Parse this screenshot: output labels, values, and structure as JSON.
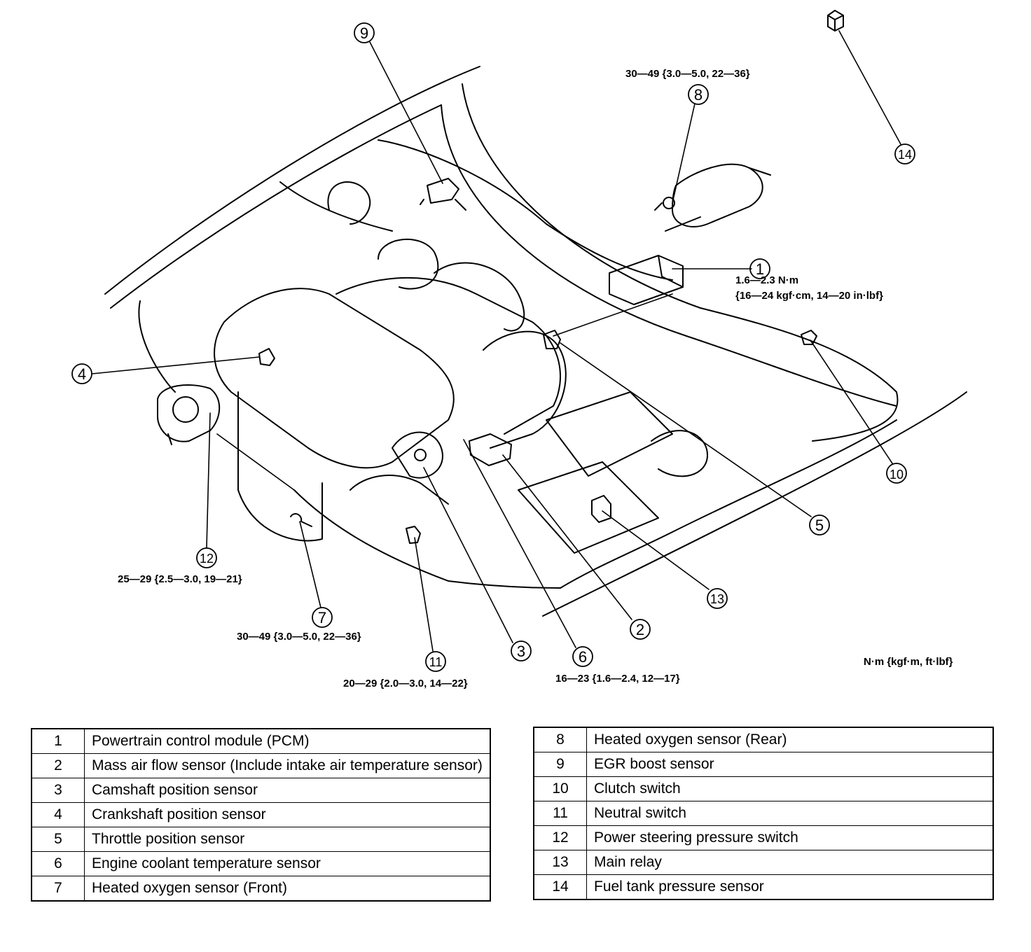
{
  "callouts": [
    "1",
    "2",
    "3",
    "4",
    "5",
    "6",
    "7",
    "8",
    "9",
    "10",
    "11",
    "12",
    "13",
    "14"
  ],
  "torques": {
    "t8": "30—49 {3.0—5.0, 22—36}",
    "t1_line1": "1.6—2.3 N·m",
    "t1_line2": "{16—24 kgf·cm, 14—20 in·lbf}",
    "t12": "25—29 {2.5—3.0, 19—21}",
    "t7": "30—49 {3.0—5.0, 22—36}",
    "t11": "20—29 {2.0—3.0, 14—22}",
    "t6": "16—23 {1.6—2.4, 12—17}"
  },
  "units": "N·m {kgf·m, ft·lbf}",
  "legend_left": [
    {
      "num": "1",
      "name": "Powertrain control module (PCM)"
    },
    {
      "num": "2",
      "name": "Mass air flow sensor (Include intake air temperature sensor)"
    },
    {
      "num": "3",
      "name": "Camshaft position sensor"
    },
    {
      "num": "4",
      "name": "Crankshaft position sensor"
    },
    {
      "num": "5",
      "name": "Throttle position sensor"
    },
    {
      "num": "6",
      "name": "Engine coolant temperature sensor"
    },
    {
      "num": "7",
      "name": "Heated oxygen sensor (Front)"
    }
  ],
  "legend_right": [
    {
      "num": "8",
      "name": "Heated oxygen sensor (Rear)"
    },
    {
      "num": "9",
      "name": "EGR boost sensor"
    },
    {
      "num": "10",
      "name": "Clutch switch"
    },
    {
      "num": "11",
      "name": "Neutral switch"
    },
    {
      "num": "12",
      "name": "Power steering pressure switch"
    },
    {
      "num": "13",
      "name": "Main relay"
    },
    {
      "num": "14",
      "name": "Fuel tank pressure sensor"
    }
  ]
}
